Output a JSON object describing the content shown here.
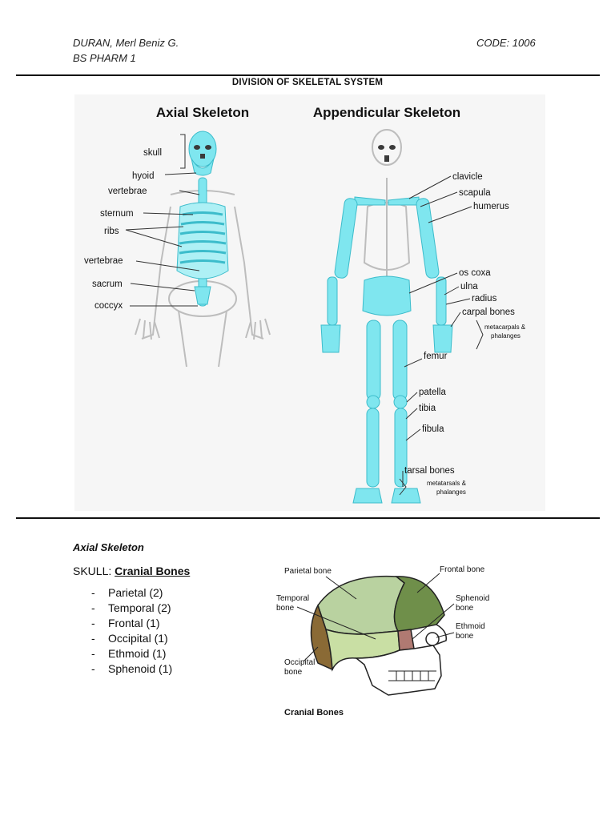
{
  "header": {
    "name": "DURAN, Merl Beniz G.",
    "course": "BS PHARM 1",
    "code": "CODE: 1006"
  },
  "title": "DIVISION OF SKELETAL SYSTEM",
  "figure": {
    "axial_title": "Axial Skeleton",
    "appendicular_title": "Appendicular Skeleton",
    "axial_labels": [
      "skull",
      "hyoid",
      "vertebrae",
      "sternum",
      "ribs",
      "vertebrae",
      "sacrum",
      "coccyx"
    ],
    "appendicular_labels": [
      "clavicle",
      "scapula",
      "humerus",
      "os coxa",
      "ulna",
      "radius",
      "carpal bones",
      "metacarpals &",
      "phalanges",
      "femur",
      "patella",
      "tibia",
      "fibula",
      "tarsal bones",
      "metatarsals &",
      "phalanges"
    ],
    "highlight_color": "#7fe6ef",
    "outline_color": "#bdbdbd"
  },
  "section_title": "Axial Skeleton",
  "skull": {
    "prefix": "SKULL: ",
    "heading": "Cranial Bones",
    "items": [
      "Parietal (2)",
      "Temporal (2)",
      "Frontal (1)",
      "Occipital (1)",
      "Ethmoid (1)",
      "Sphenoid (1)"
    ],
    "dash": "-"
  },
  "cranial_figure": {
    "labels": {
      "parietal": "Parietal bone",
      "frontal": "Frontal bone",
      "temporal_1": "Temporal",
      "temporal_2": "bone",
      "sphenoid_1": "Sphenoid",
      "sphenoid_2": "bone",
      "ethmoid_1": "Ethmoid",
      "ethmoid_2": "bone",
      "occipital_1": "Occipital",
      "occipital_2": "bone"
    },
    "caption": "Cranial Bones",
    "colors": {
      "parietal": "#b9d2a0",
      "frontal": "#6f8f4a",
      "temporal": "#c9dfa4",
      "occipital": "#8a6a35",
      "sphenoid": "#b07a72"
    }
  }
}
